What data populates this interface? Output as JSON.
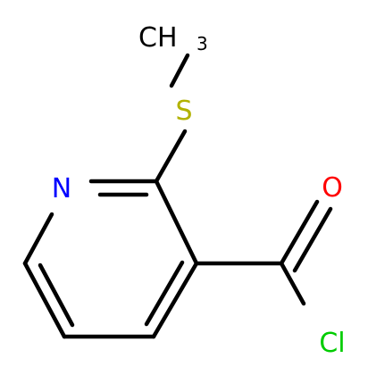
{
  "molecule": {
    "atoms": {
      "methyl": {
        "symbol": "CH",
        "subscript": "3"
      },
      "sulfur": {
        "symbol": "S"
      },
      "nitrogen": {
        "symbol": "N"
      },
      "oxygen": {
        "symbol": "O"
      },
      "chlorine": {
        "symbol": "Cl"
      }
    }
  },
  "colors": {
    "bond": "#000000",
    "carbon": "#000000",
    "sulfur": "#b2b200",
    "nitrogen": "#0000ff",
    "oxygen": "#ff0000",
    "chlorine": "#00cc00"
  }
}
